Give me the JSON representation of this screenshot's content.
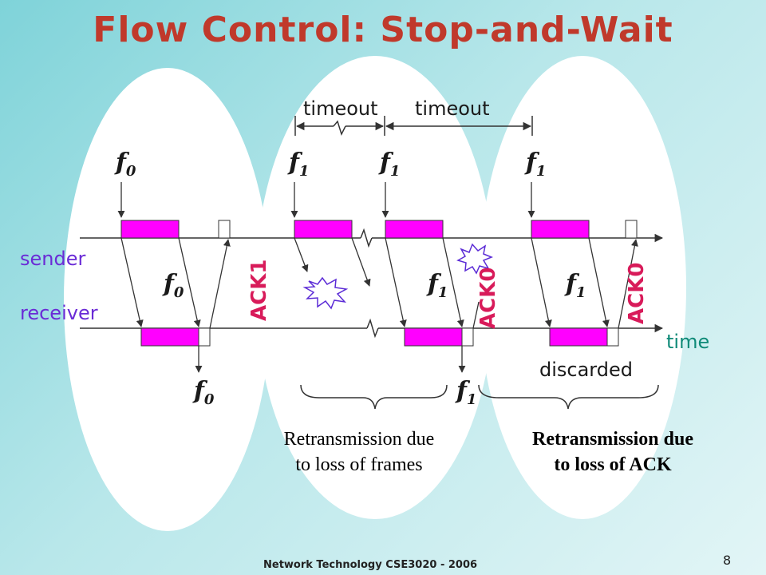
{
  "title": "Flow Control: Stop-and-Wait",
  "labels": {
    "sender": "sender",
    "receiver": "receiver",
    "time": "time",
    "timeout_1": "timeout",
    "timeout_2": "timeout",
    "discarded": "discarded"
  },
  "frames": {
    "sender_top": [
      {
        "name": "f",
        "sub": "0"
      },
      {
        "name": "f",
        "sub": "1"
      },
      {
        "name": "f",
        "sub": "1"
      },
      {
        "name": "f",
        "sub": "1"
      }
    ],
    "mid": [
      {
        "name": "f",
        "sub": "0"
      },
      {
        "name": "f",
        "sub": "1"
      },
      {
        "name": "f",
        "sub": "1"
      }
    ],
    "delivered": [
      {
        "name": "f",
        "sub": "0"
      },
      {
        "name": "f",
        "sub": "1"
      }
    ]
  },
  "acks": [
    "ACK1",
    "ACK0",
    "ACK0"
  ],
  "captions": {
    "frames_loss": [
      "Retransmission due",
      "to loss of frames"
    ],
    "ack_loss": [
      "Retransmission due",
      "to loss of ACK"
    ]
  },
  "footer": "Network Technology CSE3020 - 2006",
  "page_number": "8",
  "colors": {
    "frame_fill": "#ff00ff",
    "title": "#c0392b",
    "ack": "#d81b5a",
    "sender_label": "#6a2bd6",
    "time_label": "#0f8a78",
    "ellipse": "#ffffff"
  }
}
